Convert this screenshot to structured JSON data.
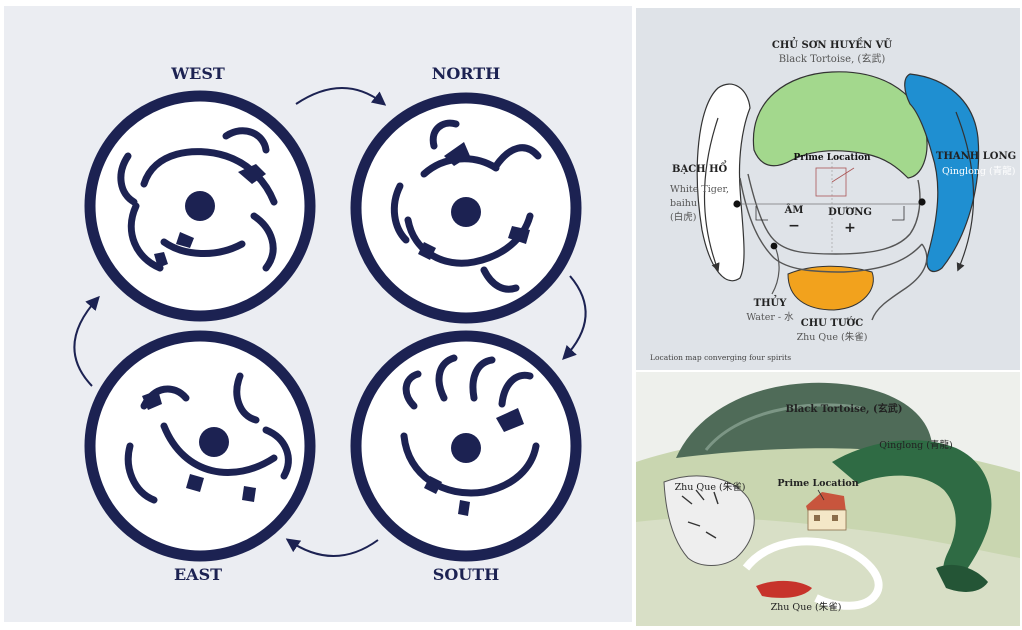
{
  "left": {
    "directions": {
      "west": "WEST",
      "north": "NORTH",
      "east": "EAST",
      "south": "SOUTH"
    }
  },
  "map": {
    "top_title": "CHỦ SƠN HUYỀN VŨ",
    "top_sub": "Black Tortoise, (玄武)",
    "left_title": "BẠCH HỔ",
    "left_sub1": "White Tiger,",
    "left_sub2": "baihu",
    "left_sub3": "(白虎)",
    "right_title": "THANH LONG",
    "right_sub": "Qinglong (青龍)",
    "prime": "Prime Location",
    "am": "ÂM",
    "am_sign": "−",
    "duong": "DƯƠNG",
    "duong_sign": "+",
    "water_title": "THỦY",
    "water_sub": "Water - 水",
    "bottom_title": "CHU TƯỚC",
    "bottom_sub": "Zhu Que (朱雀)",
    "caption": "Location map converging four spirits",
    "colors": {
      "tortoise": "#a3d88d",
      "dragon": "#1f8fd1",
      "bird": "#f2a21d"
    }
  },
  "illustration": {
    "tortoise": "Black Tortoise, (玄武)",
    "dragon": "Qinglong (青龍)",
    "tiger": "Zhu Que (朱雀)",
    "prime": "Prime Location",
    "bird": "Zhu Que (朱雀)"
  }
}
